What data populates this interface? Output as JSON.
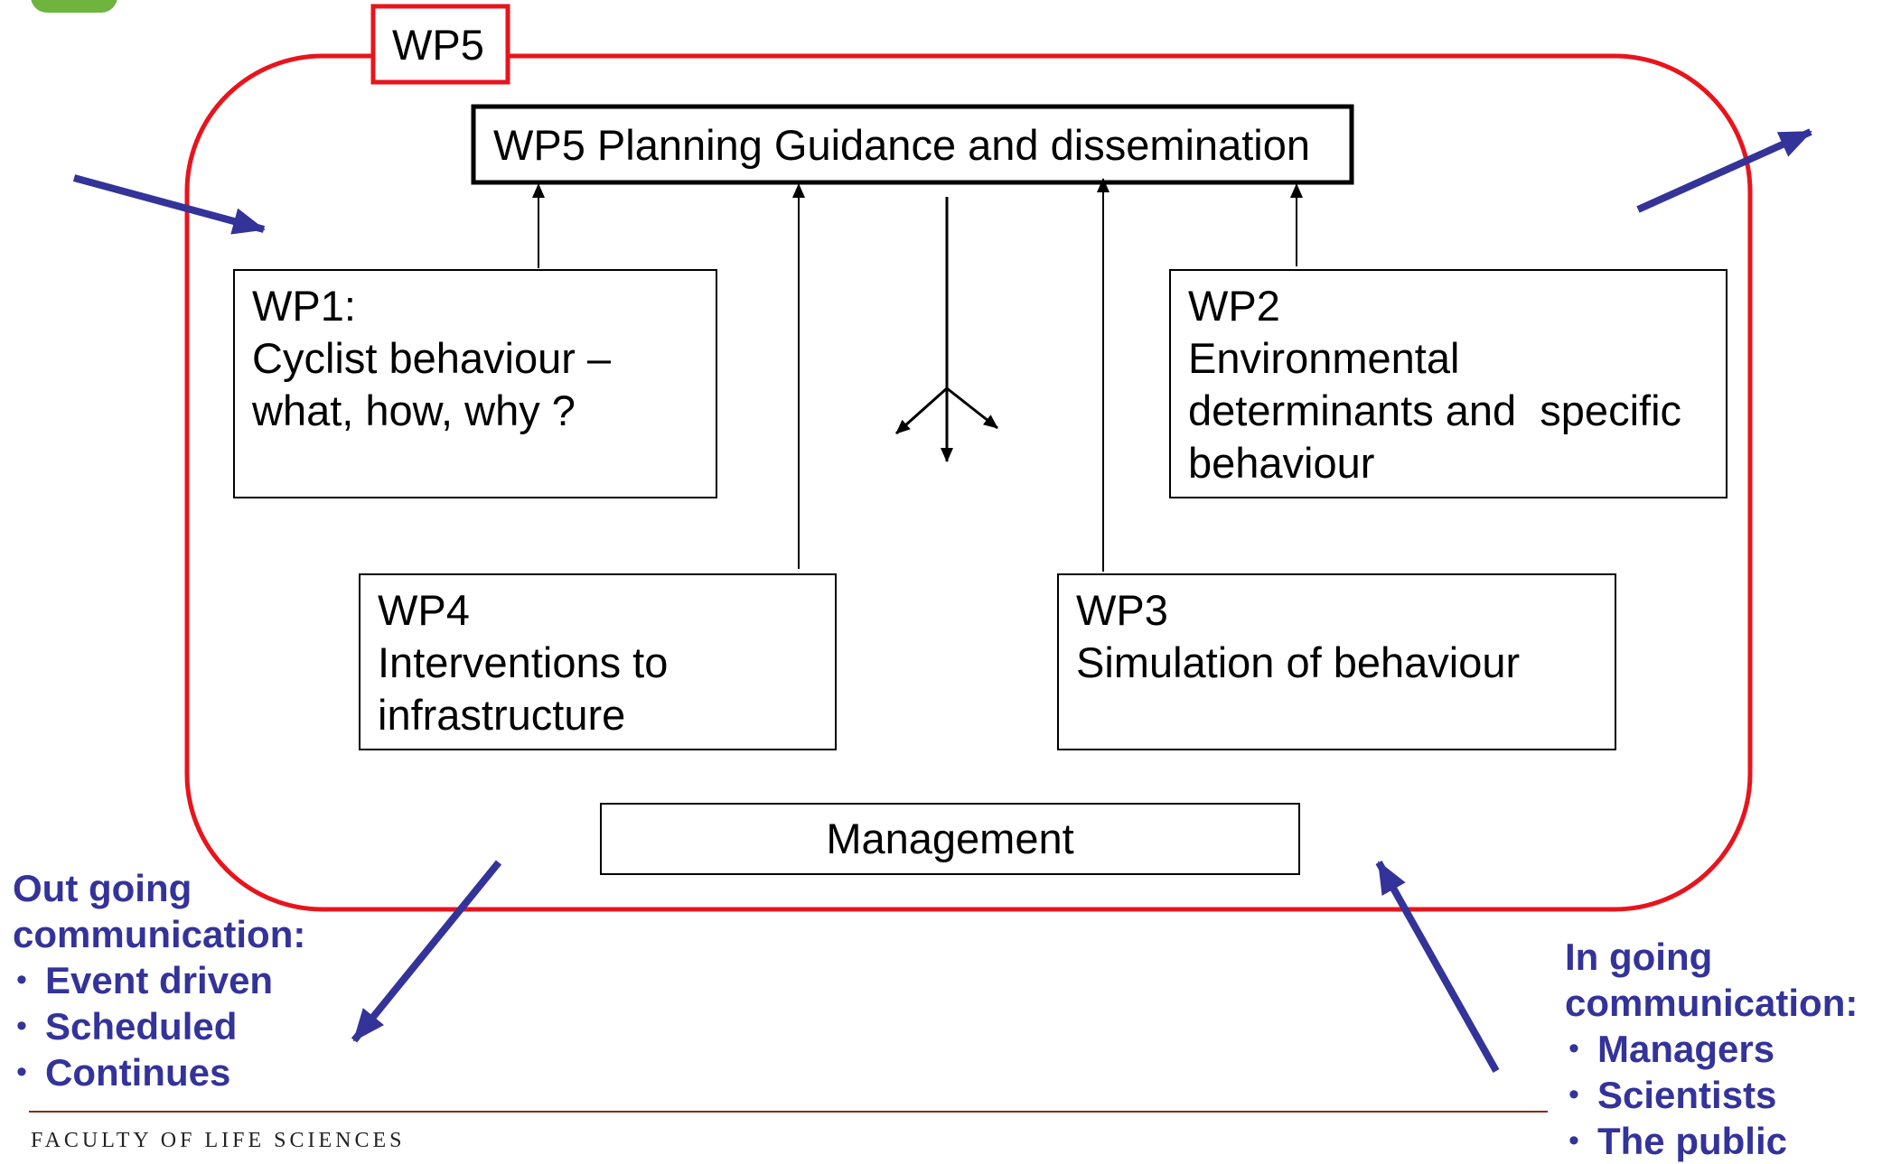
{
  "wp5_tag": "WP5",
  "top_box": "WP5 Planning Guidance and dissemination",
  "wp1": {
    "line1": "WP1:",
    "line2": "Cyclist behaviour –",
    "line3": "what, how, why ?"
  },
  "wp2": {
    "line1": "WP2",
    "line2": "Environmental",
    "line3": "determinants and  specific",
    "line4": "behaviour"
  },
  "wp4": {
    "line1": "WP4",
    "line2": "Interventions to",
    "line3": "infrastructure"
  },
  "wp3": {
    "line1": "WP3",
    "line2": "Simulation of behaviour"
  },
  "management": "Management",
  "outgoing": {
    "heading1": "Out going",
    "heading2": "communication:",
    "items": [
      "Event driven",
      "Scheduled",
      "Continues"
    ]
  },
  "incoming": {
    "heading1": "In going",
    "heading2": "communication:",
    "items": [
      "Managers",
      "Scientists",
      "The public"
    ]
  },
  "footer": "FACULTY OF LIFE SCIENCES",
  "colors": {
    "frame": "#e8141c",
    "arrows": "#33339a",
    "lines": "#000000",
    "footer_rule": "#8b2a1a",
    "logo": "#6fb43f"
  }
}
